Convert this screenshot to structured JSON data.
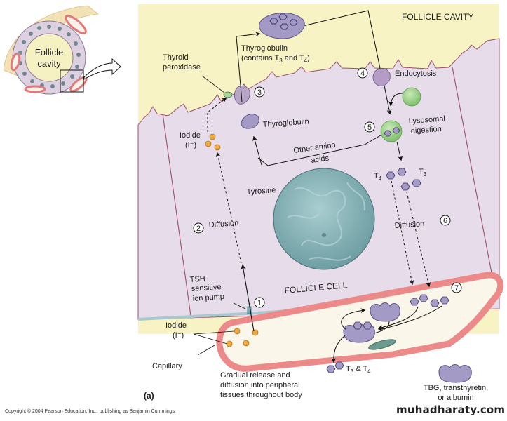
{
  "inset": {
    "cavity_label_line1": "Follicle",
    "cavity_label_line2": "cavity"
  },
  "labels": {
    "follicle_cavity": "FOLLICLE CAVITY",
    "follicle_cell": "FOLLICLE CELL",
    "thyroglobulin_top_line1": "Thyroglobulin",
    "thyroglobulin_top_line2_pre": "(contains T",
    "thyroglobulin_top_line2_sub3": "3",
    "thyroglobulin_top_line2_mid": " and T",
    "thyroglobulin_top_line2_sub4": "4",
    "thyroglobulin_top_line2_post": ")",
    "thyroid_peroxidase_line1": "Thyroid",
    "thyroid_peroxidase_line2": "peroxidase",
    "endocytosis": "Endocytosis",
    "thyroglobulin_mid": "Thyroglobulin",
    "iodide_cell_line1": "Iodide",
    "iodide_cell_line2": "(I⁻)",
    "other_amino_line1": "Other amino",
    "other_amino_line2": "acids",
    "lysosomal_line1": "Lysosomal",
    "lysosomal_line2": "digestion",
    "t4": "T",
    "t4_sub": "4",
    "t3": "T",
    "t3_sub": "3",
    "tyrosine": "Tyrosine",
    "diffusion_left": "Diffusion",
    "diffusion_right": "Diffusion",
    "tsh_line1": "TSH-",
    "tsh_line2": "sensitive",
    "tsh_line3": "ion pump",
    "iodide_cap_line1": "Iodide",
    "iodide_cap_line2": "(I⁻)",
    "capillary": "Capillary",
    "gradual_line1": "Gradual release and",
    "gradual_line2": "diffusion into peripheral",
    "gradual_line3": "tissues throughout body",
    "t3t4_pre": "T",
    "t3t4_sub3": "3",
    "t3t4_mid": " & T",
    "t3t4_sub4": "4",
    "tbg_line1": "TBG, transthyretin,",
    "tbg_line2": "or albumin",
    "panel": "(a)"
  },
  "steps": [
    "1",
    "2",
    "3",
    "4",
    "5",
    "6",
    "7"
  ],
  "footer": {
    "copyright": "Copyright © 2004 Pearson Education, Inc., publishing as Benjamin Cummings.",
    "watermark": "muhadharaty.com"
  },
  "colors": {
    "cavity": "#f7f3c4",
    "cell": "#e6dcea",
    "cell_border": "#9c5068",
    "capillary_wall": "#ec8a8a",
    "capillary_lumen": "#fbf6ea",
    "nucleus": "#8fb6b9",
    "protein": "#a39ac6",
    "iodide": "#f0a93c",
    "lysosome": "#9fd38c"
  }
}
